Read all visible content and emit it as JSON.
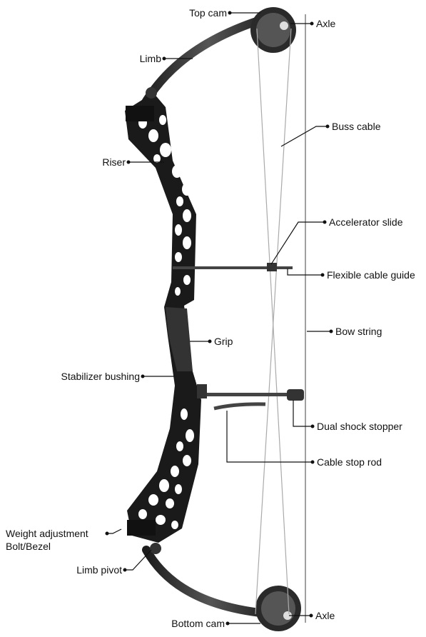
{
  "labels": {
    "top_cam": "Top cam",
    "axle_top": "Axle",
    "limb": "Limb",
    "buss_cable": "Buss cable",
    "riser": "Riser",
    "accelerator_slide": "Accelerator slide",
    "flexible_cable_guide": "Flexible cable guide",
    "bow_string": "Bow string",
    "grip": "Grip",
    "stabilizer_bushing": "Stabilizer bushing",
    "dual_shock_stopper": "Dual shock stopper",
    "cable_stop_rod": "Cable stop rod",
    "weight_adjustment_line1": "Weight adjustment",
    "weight_adjustment_line2": "Bolt/Bezel",
    "limb_pivot": "Limb pivot",
    "bottom_cam": "Bottom cam",
    "axle_bottom": "Axle"
  },
  "colors": {
    "ink": "#111111",
    "riser": "#1a1a1a",
    "limb": "#2b2b2b",
    "string": "#9a9a9a"
  }
}
